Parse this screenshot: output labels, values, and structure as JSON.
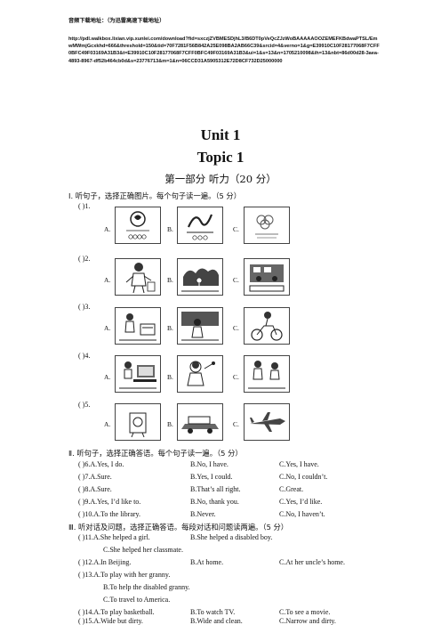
{
  "header": {
    "title": "音频下载地址：（为迅雷高速下载地址）",
    "url": "http://pdl.walkbox.lixian.vip.xunlei.com/download?fid=sxczjZVBMESDjhL3/B6DT0pVeQcZJzWoBAAAAAOOZEMEFKBdwaPTSL/EmwMWmjGcxkhd=666&threshold=150&tid=70F7281F56B842A25E098BA2AB66C39&srcid=4&verno=1&g=E39910C10F28177068F7CFF0BFC49F03169A31B3&t=E39910C10F28177068F7CFF0BFC49F03169A31B3&ui=1&s=13&n=1705210098&ih=13&nbt=86d00d28-3aea-4893-8967-df52b464cb0d&s=23776713&m=1&n=06CCD31A5905312E72D8CF732D25000000"
  },
  "unit_title": "Unit 1",
  "topic_title": "Topic 1",
  "part_title": "第一部分  听力（20 分）",
  "section1": {
    "title": "Ⅰ. 听句子，选择正确图片。每个句子读一遍。（5 分）",
    "questions": [
      {
        "num": "(     )1.",
        "opts": [
          "A.",
          "B.",
          "C."
        ]
      },
      {
        "num": "(     )2.",
        "opts": [
          "A.",
          "B.",
          "C."
        ]
      },
      {
        "num": "(     )3.",
        "opts": [
          "A.",
          "B.",
          "C."
        ]
      },
      {
        "num": "(     )4.",
        "opts": [
          "A.",
          "B.",
          "C."
        ]
      },
      {
        "num": "(     )5.",
        "opts": [
          "A.",
          "B.",
          "C."
        ]
      }
    ]
  },
  "section2": {
    "title": "Ⅱ. 听句子，选择正确答语。每个句子读一遍。（5 分）",
    "rows": [
      [
        "(     )6.A.Yes, I do.",
        "B.No, I have.",
        "C.Yes, I have."
      ],
      [
        "(     )7.A.Sure.",
        "B.Yes, I could.",
        "C.No, I couldn’t."
      ],
      [
        "(     )8.A.Sure.",
        "B.That’s all right.",
        "C.Great."
      ],
      [
        "(     )9.A.Yes, I’d like to.",
        "B.No, thank you.",
        "C.Yes, I’d like."
      ],
      [
        "(     )10.A.To the library.",
        "B.Never.",
        "C.No, I haven’t."
      ]
    ]
  },
  "section3": {
    "title": "Ⅲ. 听对话及问题，选择正确答语。每段对话和问题读两遍。（5 分）",
    "q11": [
      "(     )11.A.She helped a girl.",
      "B.She helped a disabled boy.",
      "C.She helped her classmate."
    ],
    "q12": [
      "(     )12.A.In Beijing.",
      "B.At home.",
      "C.At her uncle’s home."
    ],
    "q13": [
      "(     )13.A.To play with her granny.",
      "B.To help the disabled granny.",
      "C.To travel to America."
    ],
    "q14": [
      "(     )14.A.To play basketball.",
      "B.To watch TV.",
      "C.To see a movie."
    ],
    "q15": [
      "(     )15.A.Wide but dirty.",
      "B.Wide and clean.",
      "C.Narrow and dirty."
    ]
  }
}
